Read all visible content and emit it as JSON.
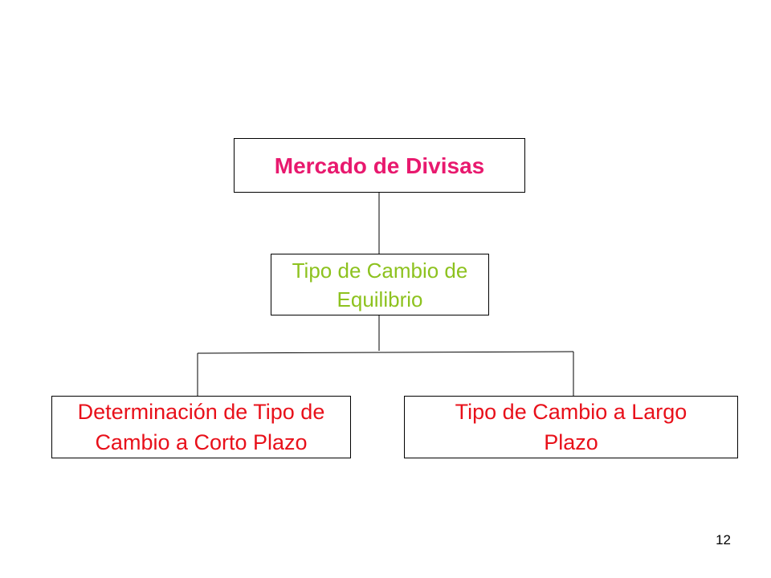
{
  "diagram": {
    "nodes": {
      "root": {
        "text": "Mercado de Divisas",
        "color": "#e8196e"
      },
      "mid": {
        "lines": [
          "Tipo de Cambio de",
          "Equilibrio"
        ],
        "color": "#8dc21f"
      },
      "left": {
        "lines": [
          "Determinación de Tipo de",
          "Cambio a Corto Plazo"
        ],
        "color": "#e8101a"
      },
      "right": {
        "lines": [
          "Tipo de Cambio a Largo",
          "Plazo"
        ],
        "color": "#e8101a"
      }
    },
    "edges": [
      {
        "from": "root",
        "to": "mid"
      },
      {
        "from": "mid",
        "to": "left"
      },
      {
        "from": "mid",
        "to": "right"
      }
    ]
  },
  "page_number": "12"
}
